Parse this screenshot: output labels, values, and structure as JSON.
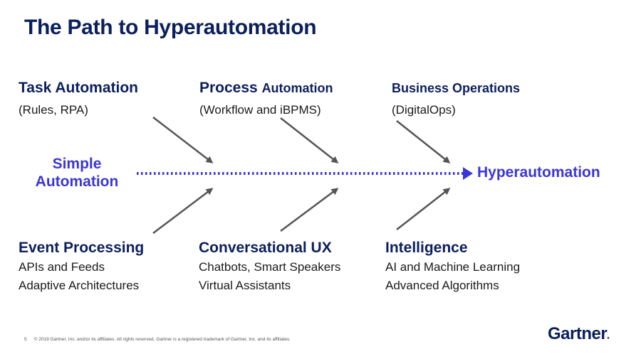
{
  "title": "The Path to Hyperautomation",
  "start_label": [
    "Simple",
    "Automation"
  ],
  "end_label": "Hyperautomation",
  "top_items": [
    {
      "head_a": "Task Automation",
      "head_b": "",
      "lines": [
        "(Rules, RPA)"
      ]
    },
    {
      "head_a": "Process ",
      "head_b": "Automation",
      "lines": [
        "(Workflow and iBPMS)"
      ]
    },
    {
      "head_a": "",
      "head_b": "Business Operations",
      "lines": [
        "(DigitalOps)"
      ]
    }
  ],
  "bottom_items": [
    {
      "head": "Event Processing",
      "lines": [
        "APIs and Feeds",
        "Adaptive Architectures"
      ]
    },
    {
      "head": "Conversational UX",
      "lines": [
        "Chatbots, Smart Speakers",
        "Virtual Assistants"
      ]
    },
    {
      "head": "Intelligence",
      "lines": [
        "AI and Machine Learning",
        "Advanced Algorithms"
      ]
    }
  ],
  "footer": {
    "page": "5",
    "copyright": "© 2019 Gartner, Inc. and/or its affiliates. All rights reserved. Gartner is a registered trademark of Gartner, Inc. and its affiliates."
  },
  "logo": "Gartner",
  "colors": {
    "title": "#0b1f5c",
    "accent": "#3b36d6",
    "arrow": "#555555"
  }
}
